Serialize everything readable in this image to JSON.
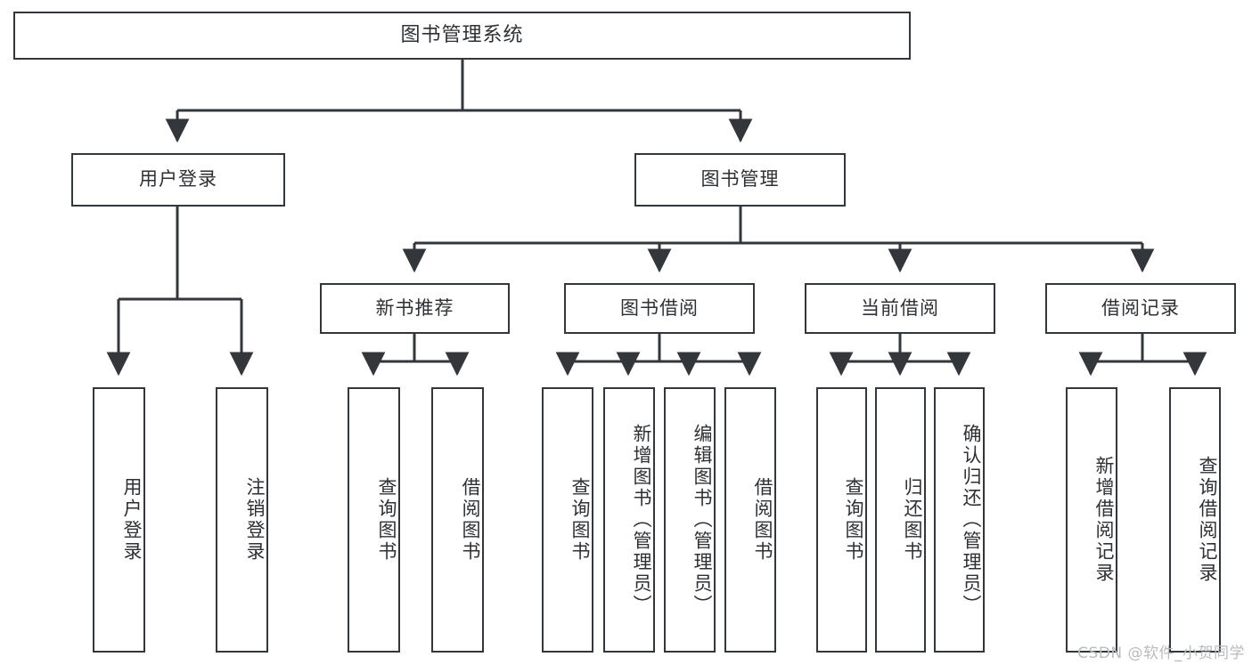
{
  "diagram": {
    "type": "tree",
    "title": "图书管理系统",
    "orientation": "top-down",
    "colors": {
      "box_border": "#33363b",
      "box_fill": "#ffffff",
      "connector": "#33363b",
      "text": "#2d3034",
      "watermark": "#b9bbbd"
    }
  },
  "nodes": {
    "root": {
      "label": "图书管理系统",
      "level": 1
    },
    "level2": [
      {
        "id": "user-login",
        "label": "用户登录"
      },
      {
        "id": "book-manage",
        "label": "图书管理"
      }
    ],
    "level3": [
      {
        "id": "new-book-recommend",
        "label": "新书推荐"
      },
      {
        "id": "book-borrow",
        "label": "图书借阅"
      },
      {
        "id": "current-borrow",
        "label": "当前借阅"
      },
      {
        "id": "borrow-record",
        "label": "借阅记录"
      }
    ],
    "leaves": {
      "user_login": [
        {
          "id": "leaf-user-login",
          "label": "用户登录"
        },
        {
          "id": "leaf-logout-login",
          "label": "注销登录"
        }
      ],
      "new_book_recommend": [
        {
          "id": "leaf-query-book-1",
          "label": "查询图书"
        },
        {
          "id": "leaf-borrow-book-1",
          "label": "借阅图书"
        }
      ],
      "book_borrow": [
        {
          "id": "leaf-query-book-2",
          "label": "查询图书"
        },
        {
          "id": "leaf-add-book",
          "label": "新增图书（管理员）"
        },
        {
          "id": "leaf-edit-book",
          "label": "编辑图书（管理员）"
        },
        {
          "id": "leaf-borrow-book-2",
          "label": "借阅图书"
        }
      ],
      "current_borrow": [
        {
          "id": "leaf-query-book-3",
          "label": "查询图书"
        },
        {
          "id": "leaf-return-book",
          "label": "归还图书"
        },
        {
          "id": "leaf-confirm-return",
          "label": "确认归还（管理员）"
        }
      ],
      "borrow_record": [
        {
          "id": "leaf-add-record",
          "label": "新增借阅记录"
        },
        {
          "id": "leaf-query-record",
          "label": "查询借阅记录"
        }
      ]
    }
  },
  "watermark": {
    "text": "CSDN @软件_小贺同学"
  }
}
